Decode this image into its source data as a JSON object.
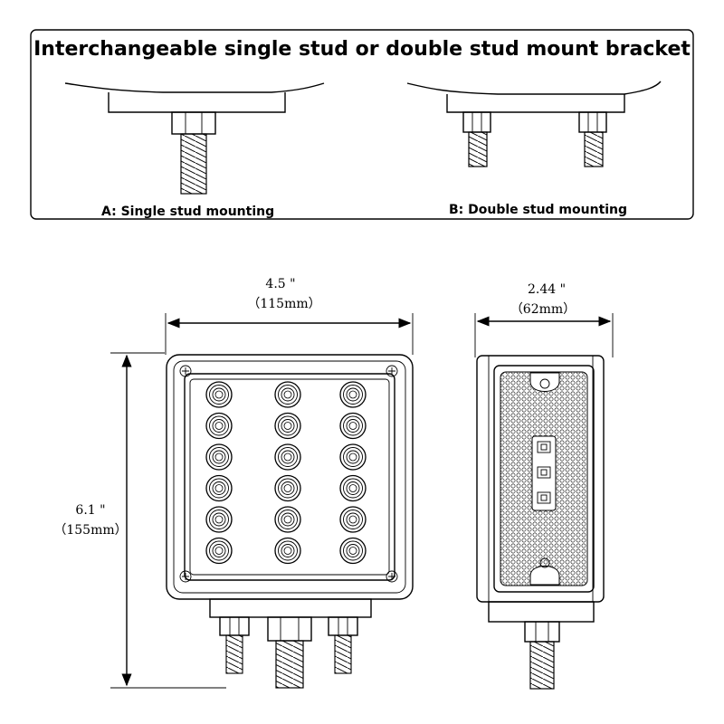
{
  "header": {
    "title": "Interchangeable single stud or double stud mount bracket",
    "option_a_label": "A: Single stud mounting",
    "option_b_label": "B: Double stud mounting"
  },
  "front_view": {
    "width_in": "4.5 \"",
    "width_mm": "（115mm）",
    "height_in": "6.1 \"",
    "height_mm": "（155mm）",
    "led_columns": 3,
    "led_rows": 6
  },
  "side_view": {
    "depth_in": "2.44 \"",
    "depth_mm": "（62mm）"
  }
}
